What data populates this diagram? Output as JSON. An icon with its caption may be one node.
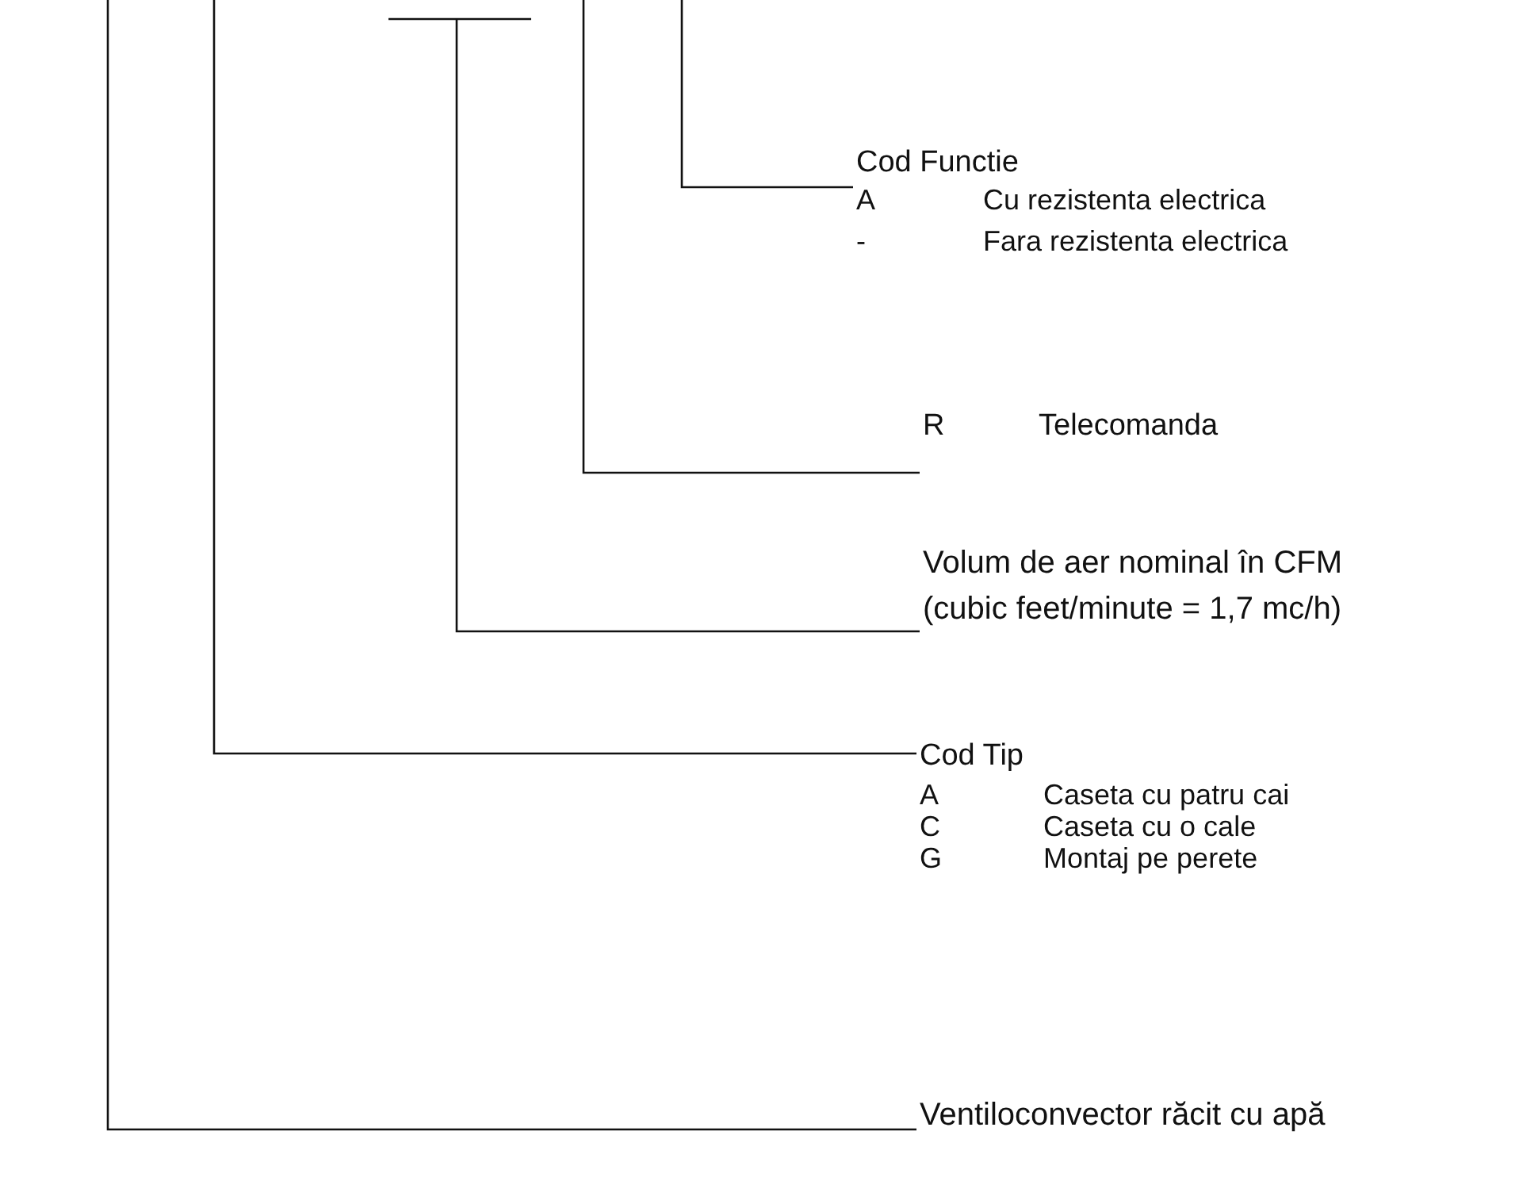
{
  "diagram": {
    "nodes": [
      {
        "text": [
          "Cod Functie",
          "A",
          "Cu rezistenta electrica",
          "-",
          "Fara rezistenta electrica"
        ]
      },
      {
        "text": [
          "R",
          "Telecomanda"
        ]
      },
      {
        "text": [
          "Volum de aer nominal în CFM",
          "(cubic feet/minute = 1,7 mc/h)"
        ]
      },
      {
        "text": [
          "Cod Tip",
          "A",
          "Caseta cu patru cai",
          "C",
          "Caseta cu o cale",
          "G",
          "Montaj pe perete"
        ]
      },
      {
        "text": [
          "Ventiloconvector răcit cu apă"
        ]
      }
    ],
    "edges": [
      {
        "from": 0,
        "to": null,
        "arrow": "none"
      },
      {
        "from": 1,
        "to": null,
        "arrow": "none"
      },
      {
        "from": 2,
        "to": null,
        "arrow": "none"
      },
      {
        "from": 3,
        "to": null,
        "arrow": "none"
      },
      {
        "from": 4,
        "to": null,
        "arrow": "none"
      }
    ]
  }
}
